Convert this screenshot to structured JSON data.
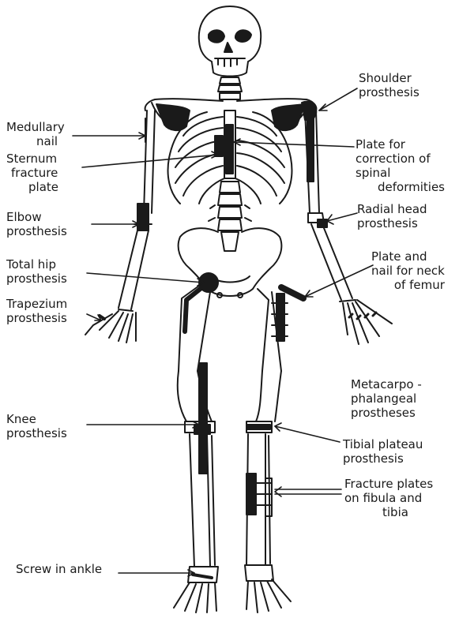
{
  "labels": {
    "shoulder": [
      "Shoulder",
      "prosthesis"
    ],
    "medullary": [
      "Medullary",
      "nail"
    ],
    "sternum": [
      "Sternum",
      "fracture",
      "plate"
    ],
    "spinal": [
      "Plate for",
      "correction of",
      "spinal",
      "deformities"
    ],
    "elbow": [
      "Elbow",
      "prosthesis"
    ],
    "radial": [
      "Radial head",
      "prosthesis"
    ],
    "hip": [
      "Total hip",
      "prosthesis"
    ],
    "neck_femur": [
      "Plate and",
      "nail for neck",
      "of femur"
    ],
    "trapezium": [
      "Trapezium",
      "prosthesis"
    ],
    "metacarpo": [
      "Metacarpo -",
      "phalangeal",
      "prostheses"
    ],
    "knee": [
      "Knee",
      "prosthesis"
    ],
    "tibial": [
      "Tibial plateau",
      "prosthesis"
    ],
    "fracture_plates": [
      "Fracture plates",
      "on fibula and",
      "tibia"
    ],
    "screw": [
      "Screw in ankle"
    ]
  }
}
